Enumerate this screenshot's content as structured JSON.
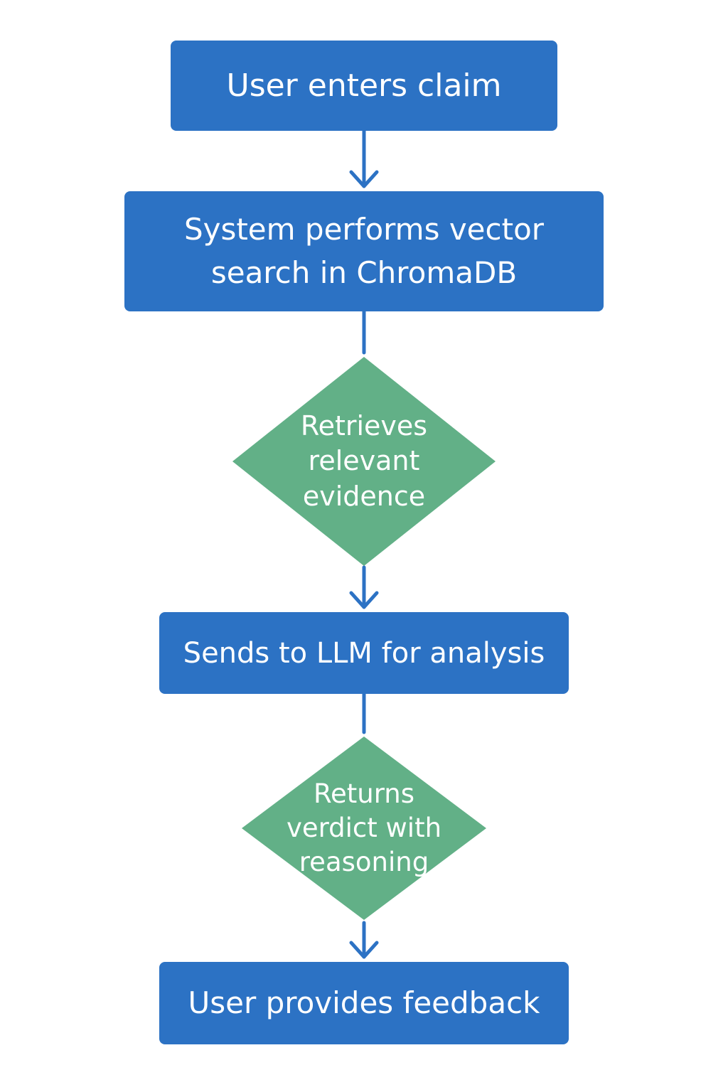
{
  "colors": {
    "process_fill": "#2c72c4",
    "decision_fill": "#62b087",
    "connector": "#2c72c4",
    "text": "#ffffff"
  },
  "steps": {
    "enter_claim": "User enters claim",
    "vector_search": "System performs vector\nsearch in ChromaDB",
    "retrieve_evidence": "Retrieves\nrelevant\nevidence",
    "send_llm": "Sends to LLM for analysis",
    "return_verdict": "Returns\nverdict with\nreasoning",
    "feedback": "User provides feedback"
  }
}
